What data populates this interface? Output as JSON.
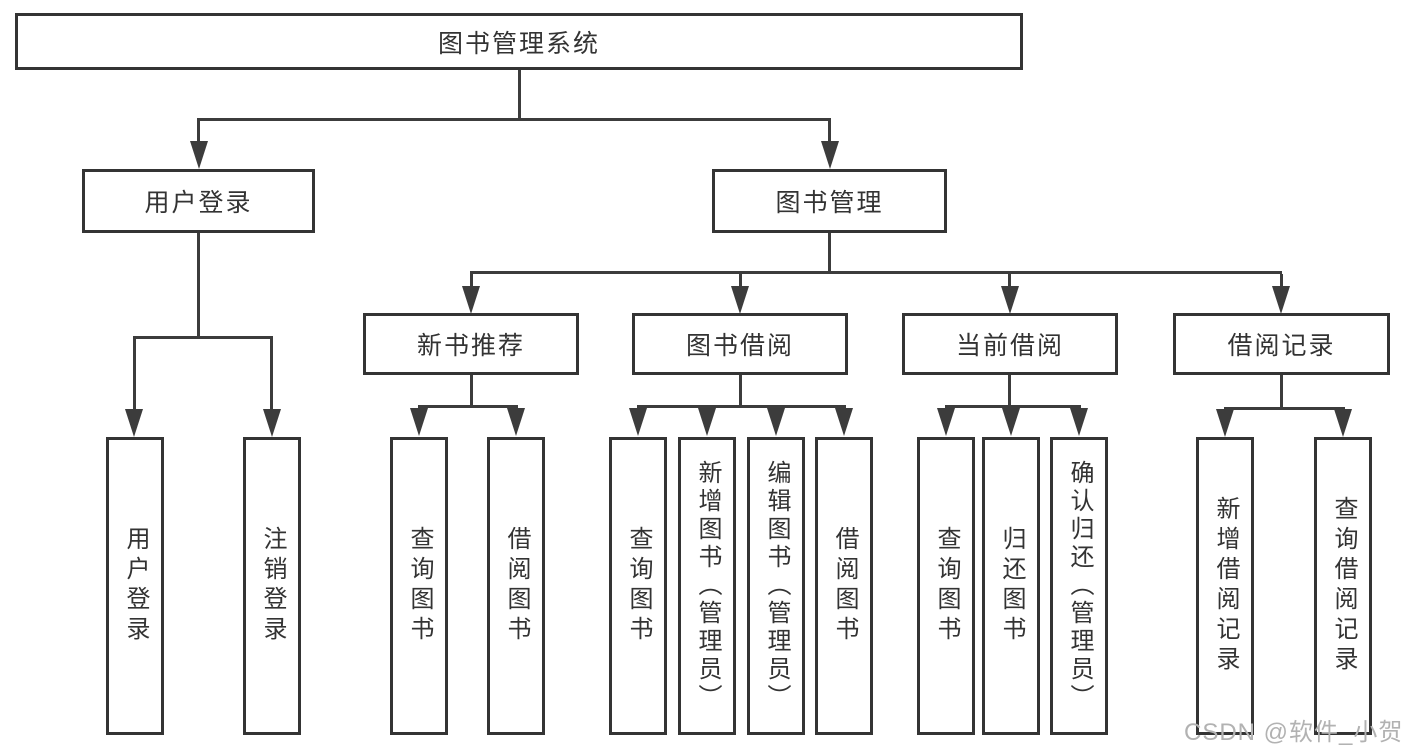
{
  "tree": {
    "root": "图书管理系统",
    "branches": [
      {
        "label": "用户登录",
        "children": [
          "用户登录",
          "注销登录"
        ]
      },
      {
        "label": "图书管理",
        "sections": [
          {
            "label": "新书推荐",
            "children": [
              "查询图书",
              "借阅图书"
            ]
          },
          {
            "label": "图书借阅",
            "children": [
              "查询图书",
              "新增图书（管理员）",
              "编辑图书（管理员）",
              "借阅图书"
            ]
          },
          {
            "label": "当前借阅",
            "children": [
              "查询图书",
              "归还图书",
              "确认归还（管理员）"
            ]
          },
          {
            "label": "借阅记录",
            "children": [
              "新增借阅记录",
              "查询借阅记录"
            ]
          }
        ]
      }
    ]
  },
  "watermark": {
    "text": "CSDN @软件_小贺同学"
  },
  "colors": {
    "background": "#ffffff",
    "line": "#3c3c3c",
    "box_border": "#343434",
    "text": "#333333",
    "watermark": "#b2b2b2"
  }
}
